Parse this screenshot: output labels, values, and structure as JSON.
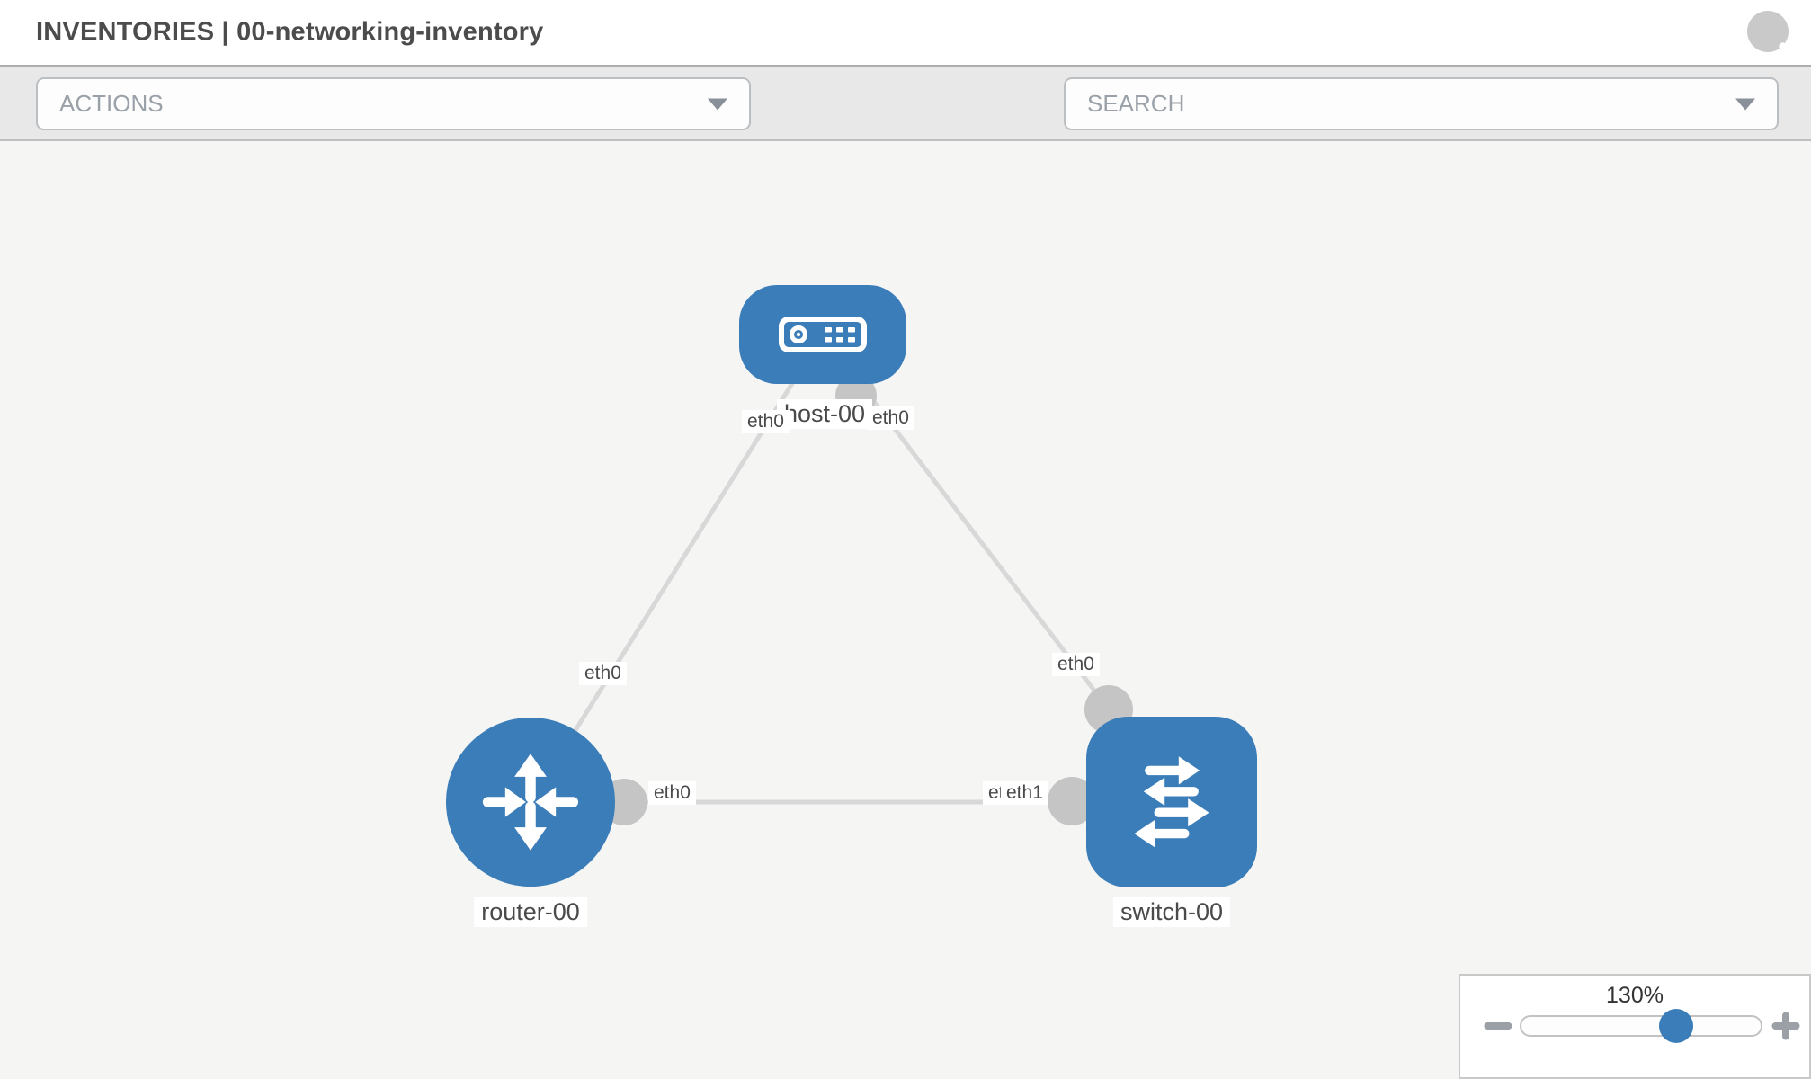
{
  "header": {
    "title": "INVENTORIES | 00-networking-inventory"
  },
  "toolbar": {
    "actions_label": "ACTIONS",
    "search_placeholder": "SEARCH"
  },
  "colors": {
    "node_blue": "#3b7db8",
    "link_gray": "#d8d8d8",
    "port_gray": "#c5c5c5",
    "canvas_bg": "#f5f5f4"
  },
  "topology": {
    "nodes": {
      "host": {
        "label": "host-00",
        "type": "host"
      },
      "router": {
        "label": "router-00",
        "type": "router"
      },
      "switch": {
        "label": "switch-00",
        "type": "switch"
      }
    },
    "ports": {
      "host_left": "eth0",
      "host_right": "eth0",
      "router_top": "eth0",
      "switch_top": "eth0",
      "router_right": "eth0",
      "switch_back": "eth0",
      "switch_front": "eth1"
    }
  },
  "zoom_control": {
    "level": "130%"
  }
}
